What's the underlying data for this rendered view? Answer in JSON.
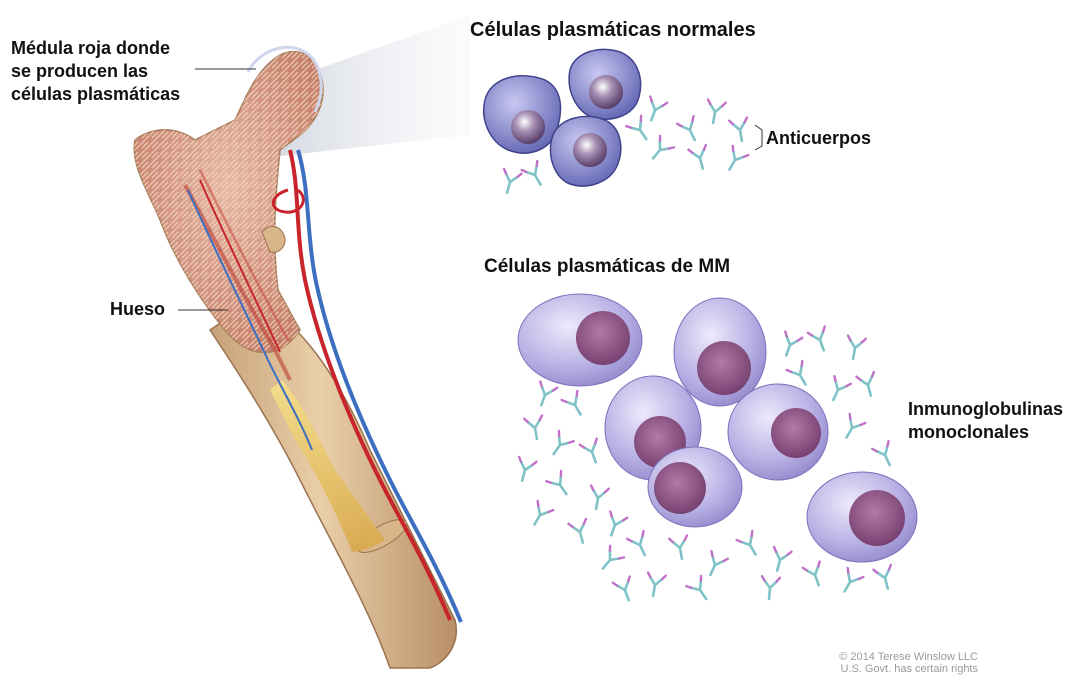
{
  "labels": {
    "marrow_line1": "Médula roja donde",
    "marrow_line2": "se producen las",
    "marrow_line3": "células plasmáticas",
    "bone": "Hueso",
    "normal_title": "Células plasmáticas normales",
    "antibodies": "Anticuerpos",
    "mm_title": "Células plasmáticas de MM",
    "ig_line1": "Inmunoglobulinas",
    "ig_line2": "monoclonales"
  },
  "credit": {
    "line1": "© 2014 Terese Winslow LLC",
    "line2": "U.S. Govt. has certain rights"
  }
}
